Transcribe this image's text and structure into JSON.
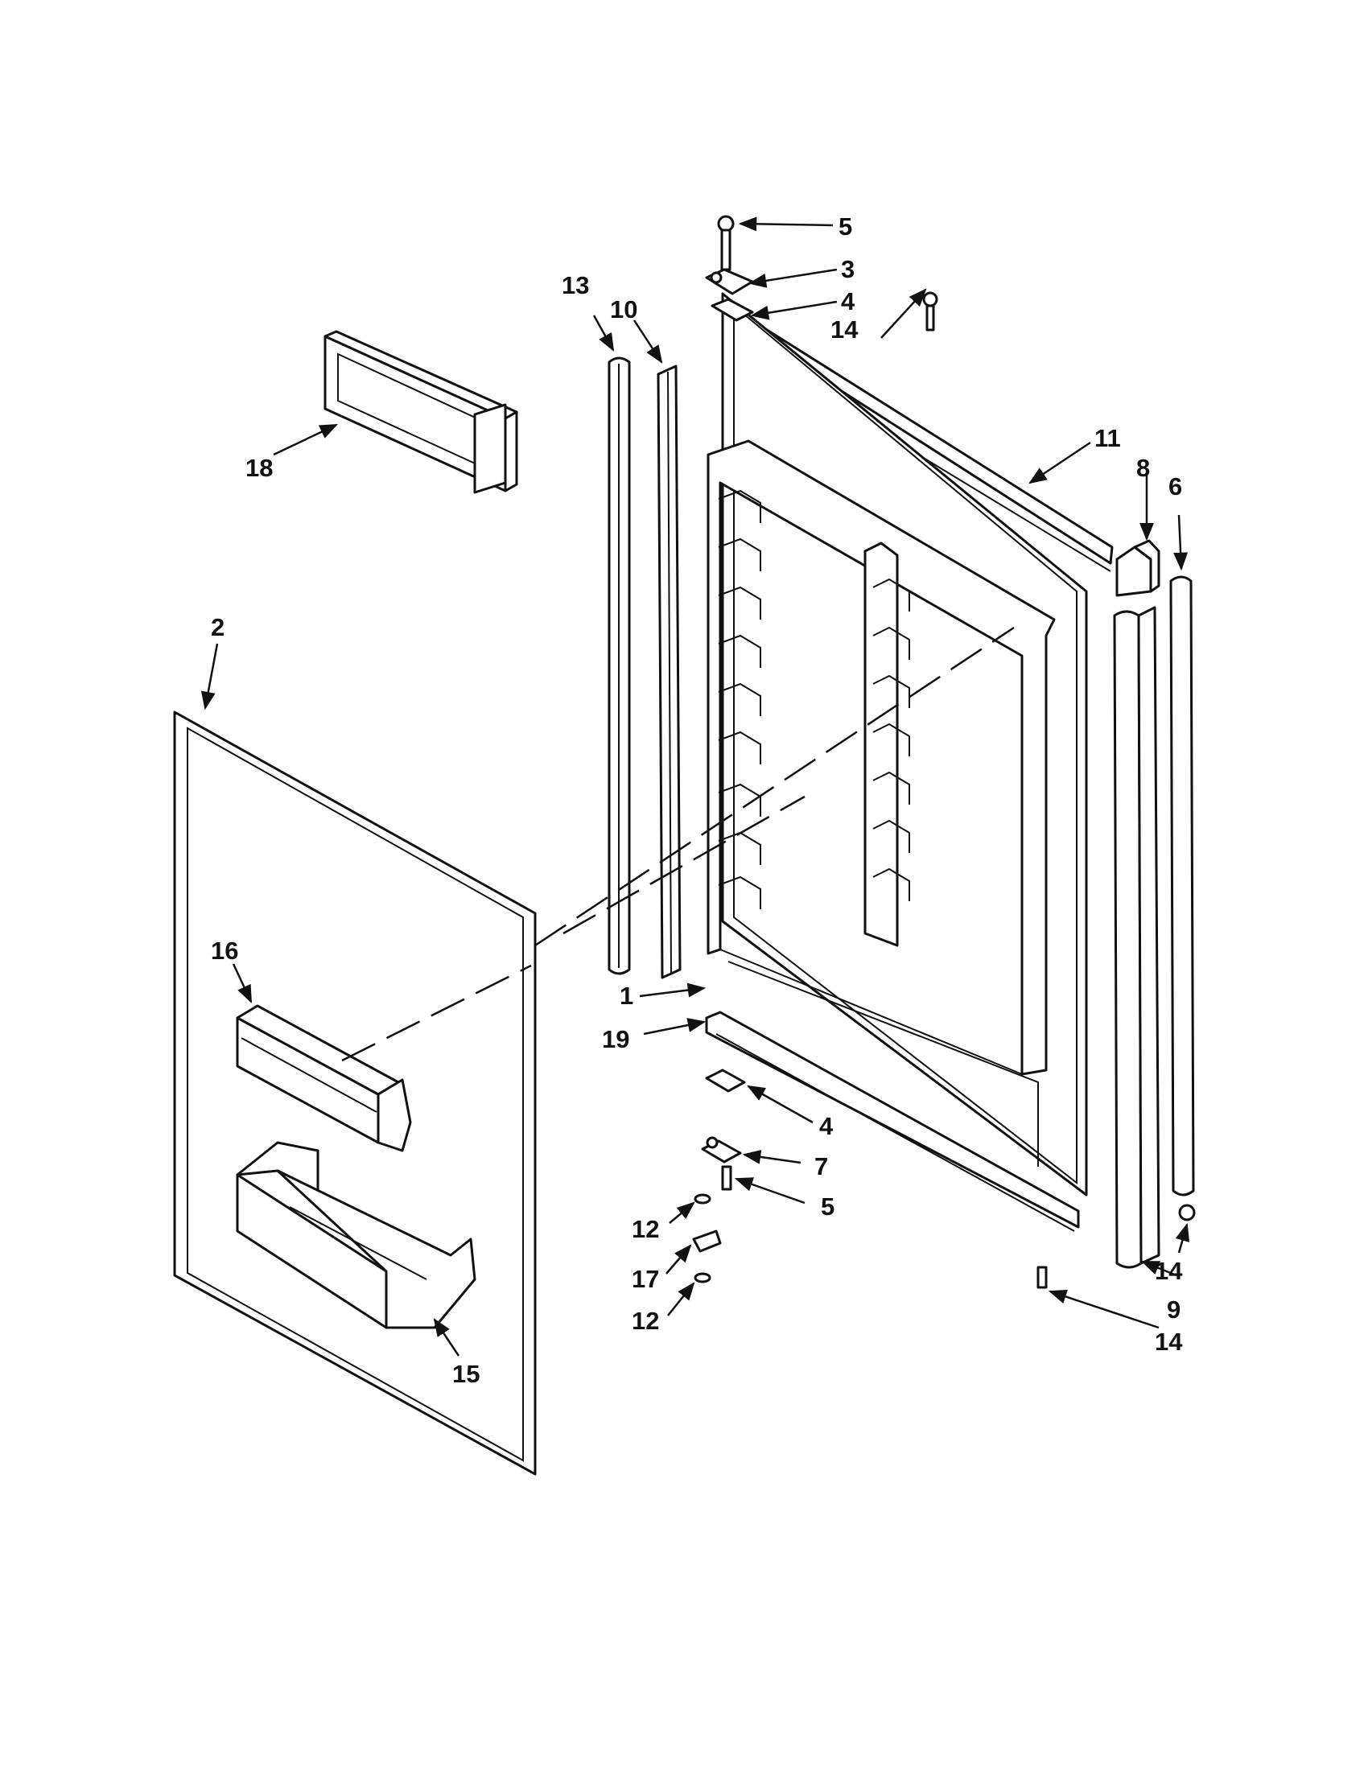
{
  "callouts": [
    {
      "id": "c5a",
      "text": "5"
    },
    {
      "id": "c3",
      "text": "3"
    },
    {
      "id": "c4a",
      "text": "4"
    },
    {
      "id": "c14a",
      "text": "14"
    },
    {
      "id": "c13",
      "text": "13"
    },
    {
      "id": "c10",
      "text": "10"
    },
    {
      "id": "c11",
      "text": "11"
    },
    {
      "id": "c8",
      "text": "8"
    },
    {
      "id": "c6",
      "text": "6"
    },
    {
      "id": "c18",
      "text": "18"
    },
    {
      "id": "c2",
      "text": "2"
    },
    {
      "id": "c16",
      "text": "16"
    },
    {
      "id": "c1",
      "text": "1"
    },
    {
      "id": "c19",
      "text": "19"
    },
    {
      "id": "c4b",
      "text": "4"
    },
    {
      "id": "c7",
      "text": "7"
    },
    {
      "id": "c5b",
      "text": "5"
    },
    {
      "id": "c12a",
      "text": "12"
    },
    {
      "id": "c17",
      "text": "17"
    },
    {
      "id": "c12b",
      "text": "12"
    },
    {
      "id": "c15",
      "text": "15"
    },
    {
      "id": "c14b",
      "text": "14"
    },
    {
      "id": "c9",
      "text": "9"
    },
    {
      "id": "c14c",
      "text": "14"
    }
  ]
}
